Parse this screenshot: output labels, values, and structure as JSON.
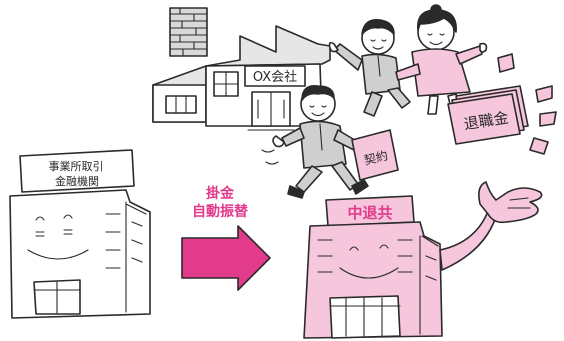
{
  "factory": {
    "sign": "OX会社"
  },
  "contract_document": {
    "label": "契約"
  },
  "money_bundle": {
    "label": "退職金"
  },
  "bank_building": {
    "sign_line1": "事業所取引",
    "sign_line2": "金融機関"
  },
  "transfer_arrow": {
    "line1": "掛金",
    "line2": "自動振替"
  },
  "chutaikyo_building": {
    "sign": "中退共"
  },
  "colors": {
    "pink_fill": "#f6c6dc",
    "pink_dark": "#e23b8c",
    "gray_fill": "#d9d9d9",
    "ink": "#2a2a2a"
  },
  "icons": [
    "factory-icon",
    "smokestack-icon",
    "worker-icon",
    "couple-icon",
    "document-icon",
    "money-bundle-icon",
    "bank-building-icon",
    "arrow-right-icon",
    "chutaikyo-building-icon"
  ]
}
